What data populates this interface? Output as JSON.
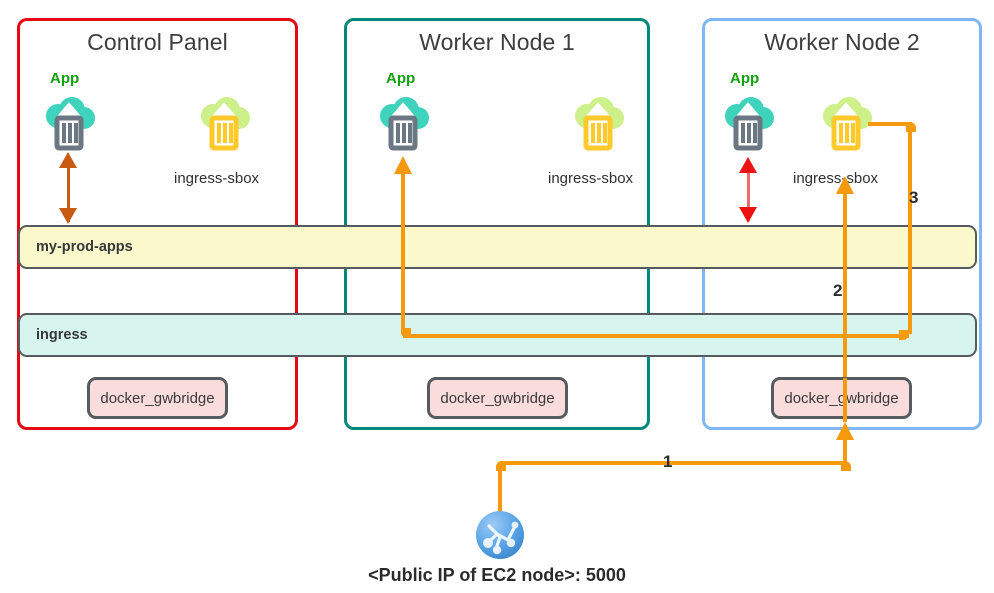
{
  "diagram": {
    "caption": "<Public IP of EC2 node>: 5000",
    "nodes": [
      {
        "id": "control-panel",
        "title": "Control Panel",
        "border_color": "#e50914",
        "app_label": "App",
        "sbox_label": "ingress-sbox",
        "gwbridge_label": "docker_gwbridge"
      },
      {
        "id": "worker-node-1",
        "title": "Worker Node 1",
        "border_color": "#00897b",
        "app_label": "App",
        "sbox_label": "ingress-sbox",
        "gwbridge_label": "docker_gwbridge"
      },
      {
        "id": "worker-node-2",
        "title": "Worker Node 2",
        "border_color": "#7eb6f6",
        "app_label": "App",
        "sbox_label": "ingress-sbox",
        "gwbridge_label": "docker_gwbridge"
      }
    ],
    "networks": [
      {
        "id": "my-prod-apps",
        "label": "my-prod-apps",
        "fill": "#fbf8cc",
        "border": "#555b5e"
      },
      {
        "id": "ingress",
        "label": "ingress",
        "fill": "#d7f5ee",
        "border": "#555b5e"
      }
    ],
    "flow_steps": [
      {
        "label": "1",
        "desc": "client to docker_gwbridge on worker node 2"
      },
      {
        "label": "2",
        "desc": "docker_gwbridge to ingress-sbox on worker node 2"
      },
      {
        "label": "3",
        "desc": "ingress-sbox across ingress network to app on worker node 1"
      }
    ],
    "colors": {
      "flow_arrow": "#f59a0c",
      "app_cloud": "#3fd2bd",
      "app_container": "#6b7884",
      "sbox_cloud": "#cdf08a",
      "sbox_container": "#fdc92b",
      "bidi_red": "#ee1111",
      "bidi_brown": "#c75b12",
      "gwbridge_fill": "#fadcdc"
    },
    "icons": {
      "app": "cloud-container-icon",
      "sbox": "cloud-container-icon",
      "client": "globe-network-icon"
    }
  }
}
